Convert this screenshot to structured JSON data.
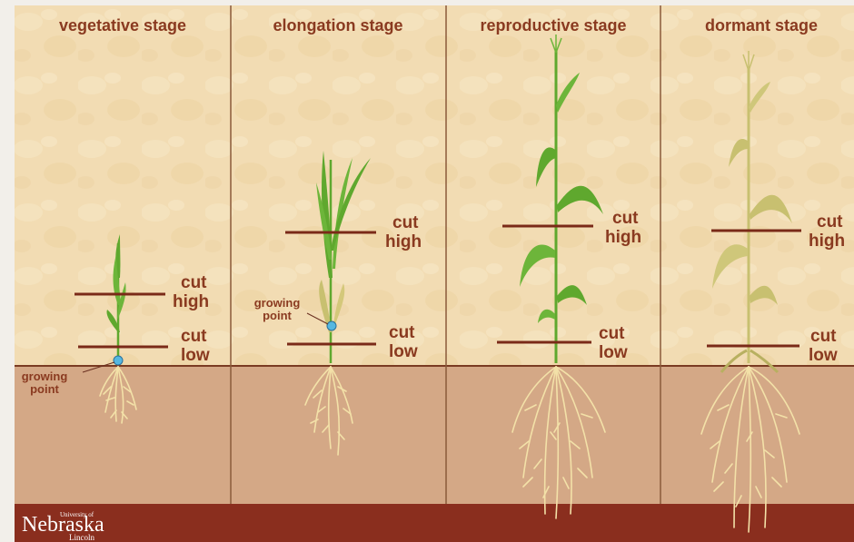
{
  "stages": [
    {
      "title": "vegetative stage",
      "cut_high": [
        "cut",
        "high"
      ],
      "cut_low": [
        "cut",
        "low"
      ],
      "growing_point": [
        "growing",
        "point"
      ]
    },
    {
      "title": "elongation stage",
      "cut_high": [
        "cut",
        "high"
      ],
      "cut_low": [
        "cut",
        "low"
      ],
      "growing_point": [
        "growing",
        "point"
      ]
    },
    {
      "title": "reproductive stage",
      "cut_high": [
        "cut",
        "high"
      ],
      "cut_low": [
        "cut",
        "low"
      ]
    },
    {
      "title": "dormant stage",
      "cut_high": [
        "cut",
        "high"
      ],
      "cut_low": [
        "cut",
        "low"
      ]
    }
  ],
  "logo": {
    "name": "Nebraska",
    "top": "University of",
    "bottom": "Lincoln"
  },
  "colors": {
    "sky": "#f2dcb3",
    "soil": "#d4a886",
    "footer": "#8a2e1e",
    "cut_line": "#7a2a18",
    "label": "#8a3a20",
    "leaf_green": "#5fa82e",
    "leaf_dormant": "#c8c070",
    "root": "#f3e1a8",
    "growing_point": "#55b7e0"
  }
}
